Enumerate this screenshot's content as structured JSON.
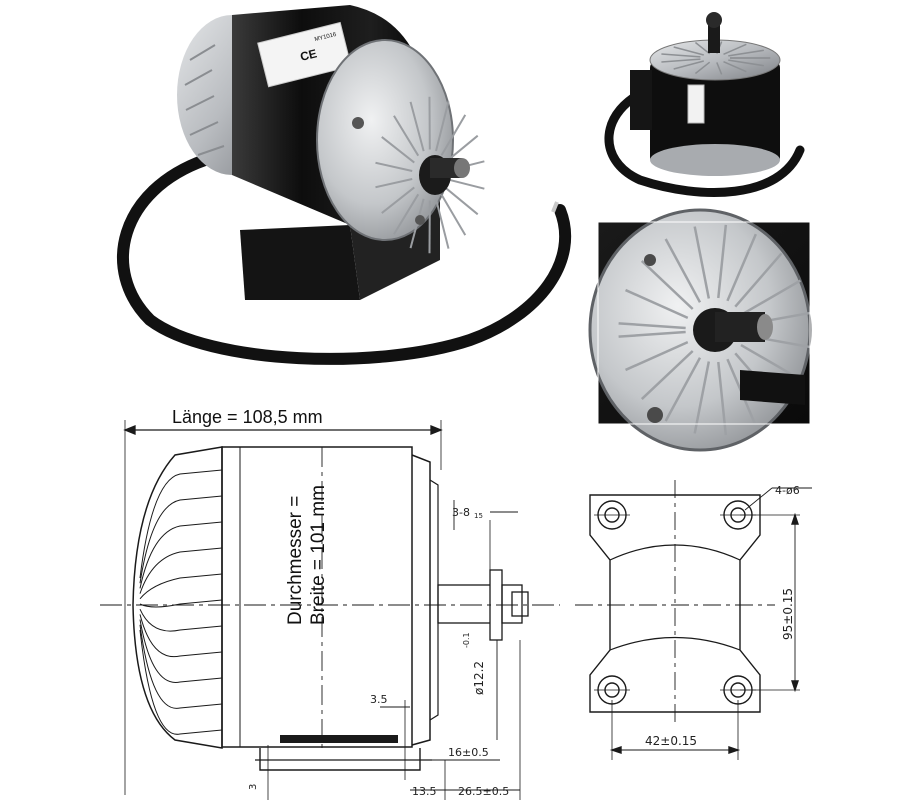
{
  "labels": {
    "length": "Länge = 108,5 mm",
    "diameter_line1": "Durchmesser =",
    "diameter_line2": "Breite = 101 mm"
  },
  "dimensions": {
    "shaft_offset": "3-8",
    "shaft_offset_sub": "15",
    "shaft_diameter": "ø12.2",
    "shaft_diameter_tol": "-0.1",
    "foot_gap": "3.5",
    "foot_height": "16±0.5",
    "foot_left": "13.5",
    "shaft_length": "26.5±0.5",
    "foot_thickness": "3",
    "hole_spec": "4-ø6",
    "hole_spacing_vertical": "95±0.15",
    "hole_spacing_horizontal": "42±0.15"
  },
  "motor_label": {
    "brand": "MY1016",
    "ce_mark": "CE"
  },
  "colors": {
    "motor_body": "#101010",
    "end_cap": "#b9bcc0",
    "line": "#1a1a1a",
    "background": "#ffffff"
  }
}
